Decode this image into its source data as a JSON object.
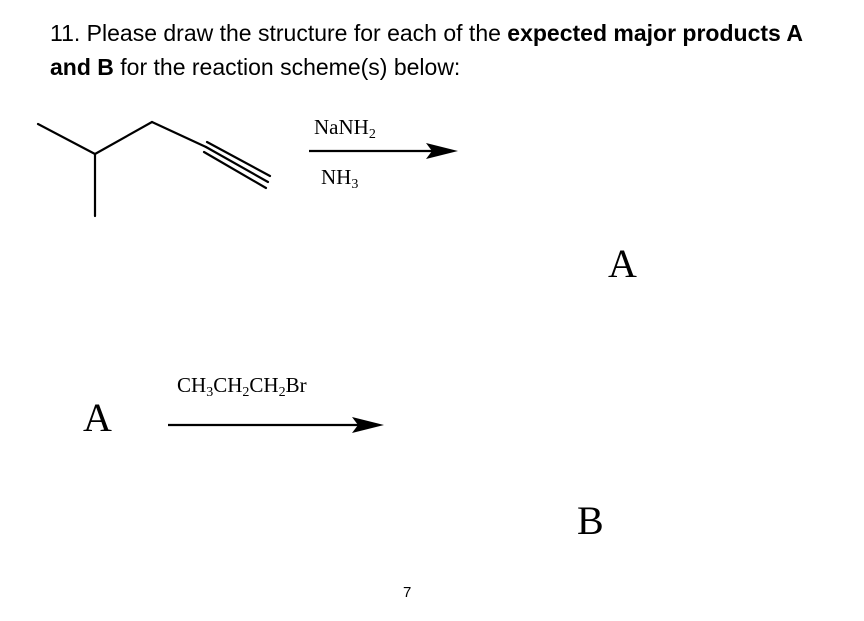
{
  "question": {
    "number": "11.",
    "text_1": " Please draw the structure for each of the ",
    "bold_1": "expected major products A and B",
    "text_2": " for the reaction scheme(s) below:"
  },
  "reaction_1": {
    "reagent_above": {
      "base": "NaNH",
      "sub": "2"
    },
    "reagent_below": {
      "base": "NH",
      "sub": "3"
    },
    "product_label": "A"
  },
  "reaction_2": {
    "starting_label": "A",
    "reagent_above": [
      {
        "text": "CH",
        "sub": "3"
      },
      {
        "text": "CH",
        "sub": "2"
      },
      {
        "text": "CH",
        "sub": "2"
      },
      {
        "text": "Br",
        "sub": ""
      }
    ],
    "product_label": "B"
  },
  "page_number": "7"
}
